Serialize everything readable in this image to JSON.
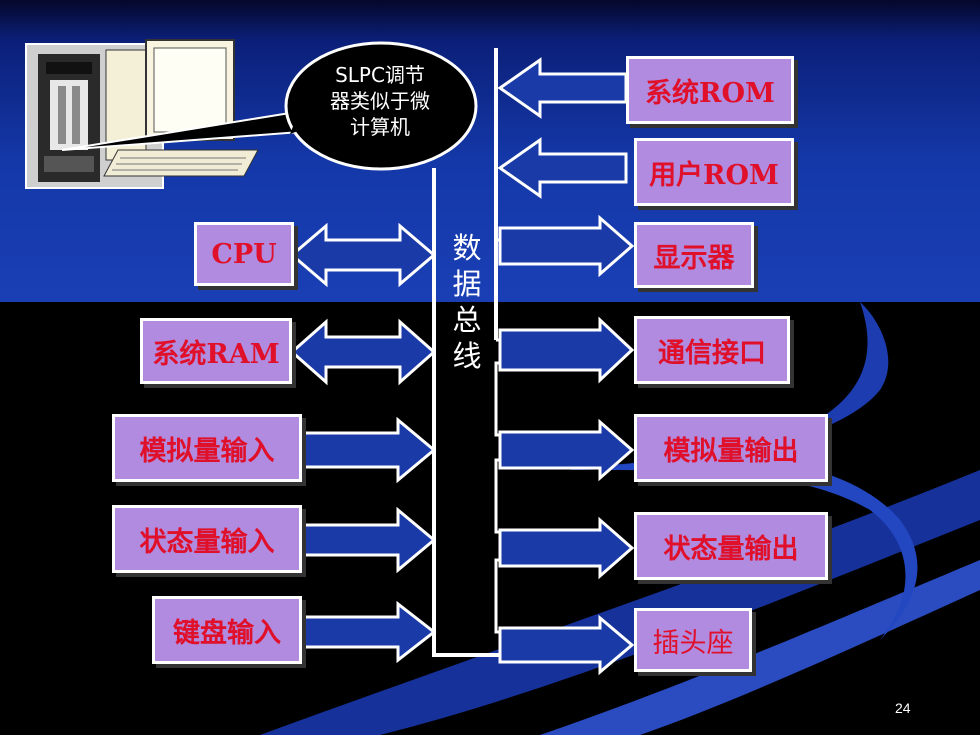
{
  "bubble": {
    "lines": [
      "SLPC调节",
      "器类似于微",
      "计算机"
    ]
  },
  "bus_label": {
    "chars": [
      "数",
      "据",
      "总",
      "线"
    ]
  },
  "left_boxes": {
    "cpu": "CPU",
    "sys_ram": "系统RAM",
    "analog_in": "模拟量输入",
    "state_in": "状态量输入",
    "keyboard_in": "键盘输入"
  },
  "right_boxes": {
    "sys_rom": "系统ROM",
    "user_rom": "用户ROM",
    "display": "显示器",
    "comm": "通信接口",
    "analog_out": "模拟量输出",
    "state_out": "状态量输出",
    "socket": "插头座"
  },
  "page_number": "24",
  "colors": {
    "box_fill": "#b08be0",
    "box_text": "#e0102a",
    "arrow_fill": "#1a3aa8",
    "bus": "#ffffff"
  },
  "icons": {
    "computer": "desktop-computer-icon"
  }
}
